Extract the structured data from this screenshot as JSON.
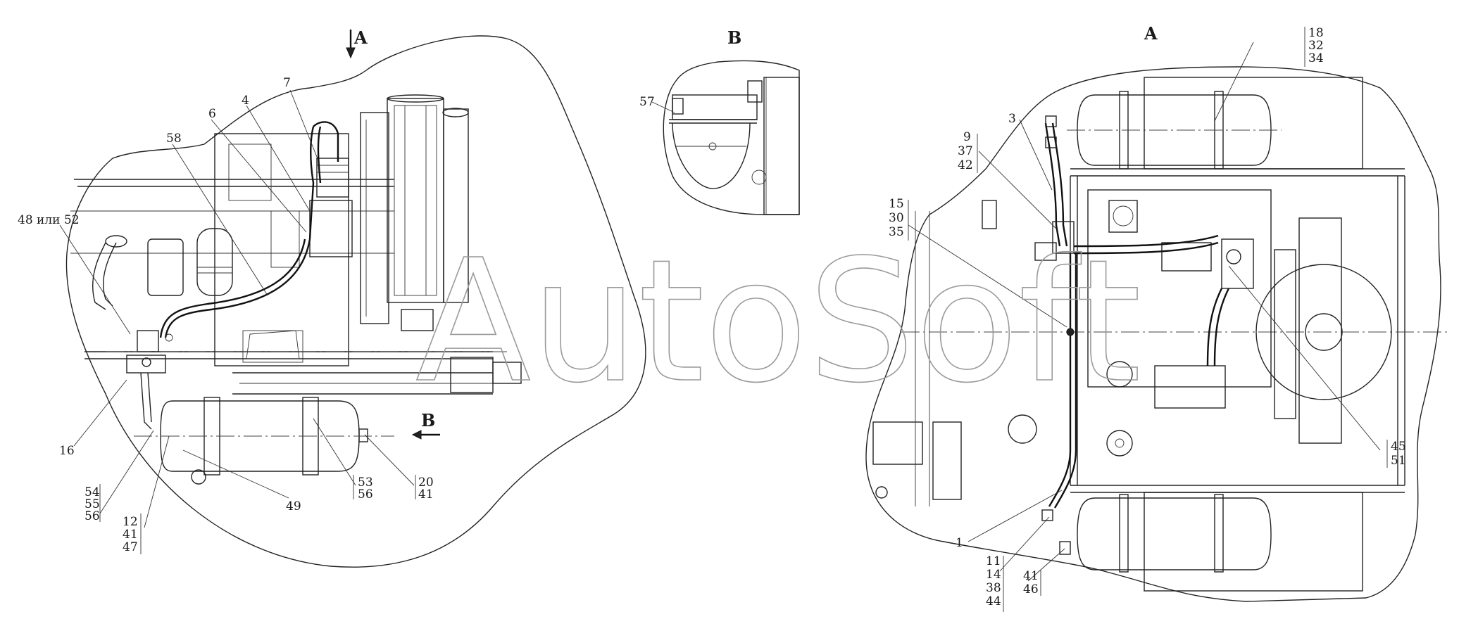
{
  "view_labels": {
    "a_left": "A",
    "b_top": "B",
    "a_right": "A",
    "b_arrow": "B"
  },
  "watermark": "AutoSoft",
  "left_labels": {
    "l7": "7",
    "l4": "4",
    "l6": "6",
    "l58": "58",
    "l48": "48 или 52",
    "l16": "16",
    "l54": "54",
    "l55": "55",
    "l56a": "56",
    "l12": "12",
    "l41a": "41",
    "l47": "47",
    "l49": "49",
    "l53": "53",
    "l56b": "56",
    "l20": "20",
    "l41b": "41"
  },
  "detail_b_labels": {
    "l57": "57"
  },
  "right_labels": {
    "l18": "18",
    "l32": "32",
    "l34": "34",
    "l3": "3",
    "l9": "9",
    "l37": "37",
    "l42": "42",
    "l15": "15",
    "l30": "30",
    "l35": "35",
    "l45": "45",
    "l51": "51",
    "l1": "1",
    "l11": "11",
    "l14": "14",
    "l38": "38",
    "l44": "44",
    "l41c": "41",
    "l46": "46"
  }
}
